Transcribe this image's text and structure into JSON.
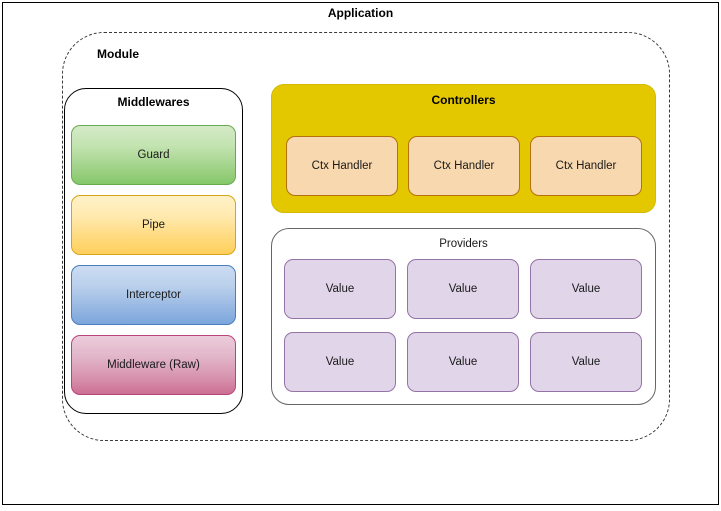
{
  "application": {
    "title": "Application"
  },
  "module": {
    "title": "Module"
  },
  "middlewares": {
    "title": "Middlewares",
    "items": [
      {
        "label": "Guard",
        "variant": "mw-guard"
      },
      {
        "label": "Pipe",
        "variant": "mw-pipe"
      },
      {
        "label": "Interceptor",
        "variant": "mw-interceptor"
      },
      {
        "label": "Middleware (Raw)",
        "variant": "mw-raw"
      }
    ]
  },
  "controllers": {
    "title": "Controllers",
    "handlers": [
      {
        "label": "Ctx Handler"
      },
      {
        "label": "Ctx Handler"
      },
      {
        "label": "Ctx Handler"
      }
    ]
  },
  "providers": {
    "title": "Providers",
    "values": [
      {
        "label": "Value"
      },
      {
        "label": "Value"
      },
      {
        "label": "Value"
      },
      {
        "label": "Value"
      },
      {
        "label": "Value"
      },
      {
        "label": "Value"
      }
    ]
  },
  "colors": {
    "application_border": "#000000",
    "module_border": "#3a3a3a",
    "middlewares_border": "#000000",
    "controllers_fill": "#e3c800",
    "ctx_handler_fill": "#f8d8ae",
    "ctx_handler_border": "#b5700f",
    "providers_border": "#666666",
    "value_fill": "#e1d5ea",
    "value_border": "#9673a6",
    "guard_fill": "#9ed185",
    "pipe_fill": "#ffd979",
    "interceptor_fill": "#94b5e2",
    "middleware_raw_fill": "#d68fab"
  }
}
